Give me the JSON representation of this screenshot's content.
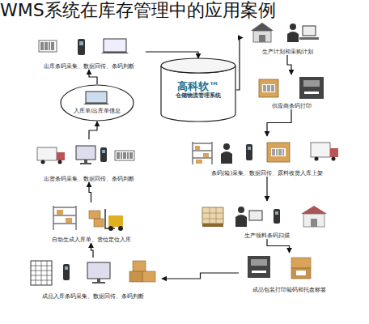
{
  "diagram": {
    "title": "WMS系统在库存管理中的应用案例",
    "nodes": [
      {
        "text": [
          "出库条码采集、数据回传、条码判断"
        ]
      },
      {
        "text": [
          "生产计划和采购计划"
        ]
      },
      {
        "text": [
          "入库单/出库单信息"
        ]
      },
      {
        "text": [
          "高科软™",
          "仓储物流管理系统"
        ]
      },
      {
        "text": [
          "供应商条码打印"
        ]
      },
      {
        "text": [
          "出货条码采集、数据回传、条码判断"
        ]
      },
      {
        "text": [
          "条码(箱)采集、数据回传、原料收货入库上架"
        ]
      },
      {
        "text": [
          "自动生成入库单、货位定位入库"
        ]
      },
      {
        "text": [
          "生产领料条码扫描"
        ]
      },
      {
        "text": [
          "成品入库条码采集、数据回传、条码判断"
        ]
      },
      {
        "text": [
          "成品包装打印箱码和托盘标签"
        ]
      }
    ],
    "edges": [
      {
        "from": 1,
        "to": 4,
        "arrow": "to"
      },
      {
        "from": 4,
        "to": 6,
        "arrow": "to"
      },
      {
        "from": 6,
        "to": 8,
        "arrow": "to"
      },
      {
        "from": 8,
        "to": 10,
        "arrow": "to"
      },
      {
        "from": 10,
        "to": 9,
        "arrow": "to"
      },
      {
        "from": 9,
        "to": 7,
        "arrow": "to"
      },
      {
        "from": 7,
        "to": 5,
        "arrow": "to"
      },
      {
        "from": 5,
        "to": 2,
        "arrow": "to"
      },
      {
        "from": 2,
        "to": 0,
        "arrow": "to"
      },
      {
        "from": 0,
        "to": 3,
        "arrow": "to"
      },
      {
        "from": 3,
        "to": 1,
        "arrow": "to"
      }
    ]
  }
}
